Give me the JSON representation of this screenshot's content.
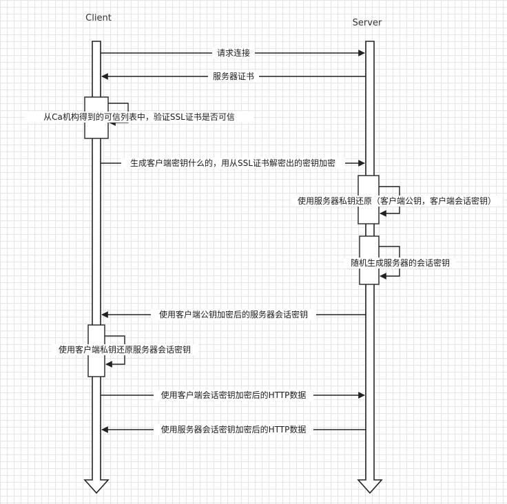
{
  "lifelines": {
    "client": "Client",
    "server": "Server"
  },
  "messages": {
    "request_connection": "请求连接",
    "server_certificate": "服务器证书",
    "client_key_send": "生成客户端密钥什么的，用从SSL证书解密出的密钥加密",
    "public_key_encrypted_session_key": "使用客户端公钥加密后的服务器会话密钥",
    "client_http_data": "使用客户端会话密钥加密后的HTTP数据",
    "server_http_data": "使用服务器会话密钥加密后的HTTP数据"
  },
  "activations": {
    "verify_certificate": "从Ca机构得到的可信列表中，验证SSL证书是否可信",
    "server_private_key_restore": "使用服务器私钥还原（客户端公钥，客户端会话密钥）",
    "generate_session_key": "随机生成服务器的会话密钥",
    "client_private_key_restore": "使用客户端私钥还原服务器会话密钥"
  },
  "colors": {
    "line": "#222222",
    "text": "#1a1a1a",
    "grid": "#e4e4e4",
    "background": "#ffffff"
  }
}
